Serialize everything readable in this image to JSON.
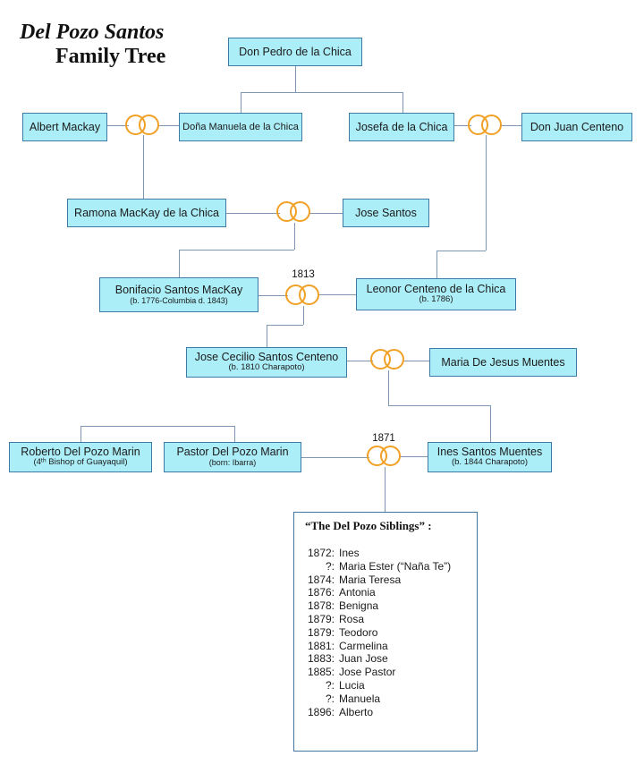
{
  "title": {
    "line1": "Del Pozo Santos",
    "line2": "Family Tree"
  },
  "colors": {
    "box_fill": "#aceef7",
    "box_border": "#3d7ba6",
    "connector_line": "#7d96b4",
    "marriage_rings": "#f0a125",
    "panel_border": "#41759f"
  },
  "people": [
    {
      "name": "Don Pedro de la Chica"
    },
    {
      "name": "Albert Mackay"
    },
    {
      "name": "Doña Manuela de la Chica"
    },
    {
      "name": "Josefa de la Chica"
    },
    {
      "name": "Don Juan Centeno"
    },
    {
      "name": "Ramona MacKay de la Chica"
    },
    {
      "name": "Jose Santos"
    },
    {
      "name": "Bonifacio Santos MacKay",
      "detail": "(b. 1776-Columbia d.  1843)"
    },
    {
      "name": "Leonor Centeno de la Chica",
      "detail": "(b. 1786)"
    },
    {
      "name": "Jose Cecilio Santos Centeno",
      "detail": "(b. 1810 Charapoto)"
    },
    {
      "name": "Maria De Jesus Muentes"
    },
    {
      "name": "Roberto Del Pozo Marin",
      "detail": "(4ᵗʰ Bishop of Guayaquil)"
    },
    {
      "name": "Pastor Del Pozo Marin",
      "detail": "(born:  Ibarra)"
    },
    {
      "name": "Ines Santos Muentes",
      "detail": "(b. 1844 Charapoto)"
    }
  ],
  "marriage_years": {
    "bonifacio_leonor": "1813",
    "pastor_ines": "1871"
  },
  "siblings_panel": {
    "heading": "“The Del Pozo Siblings” :",
    "rows": [
      {
        "y": "1872:",
        "n": "Ines"
      },
      {
        "y": "?:",
        "n": "Maria Ester (“Naña Te”)"
      },
      {
        "y": "1874:",
        "n": "Maria Teresa"
      },
      {
        "y": "1876:",
        "n": "Antonia"
      },
      {
        "y": "1878:",
        "n": "Benigna"
      },
      {
        "y": "1879:",
        "n": "Rosa"
      },
      {
        "y": "1879:",
        "n": "Teodoro"
      },
      {
        "y": "1881:",
        "n": "Carmelina"
      },
      {
        "y": "1883:",
        "n": "Juan Jose"
      },
      {
        "y": "1885:",
        "n": "Jose Pastor"
      },
      {
        "y": "?:",
        "n": "Lucia"
      },
      {
        "y": "?:",
        "n": "Manuela"
      },
      {
        "y": "1896:",
        "n": "Alberto"
      }
    ]
  }
}
